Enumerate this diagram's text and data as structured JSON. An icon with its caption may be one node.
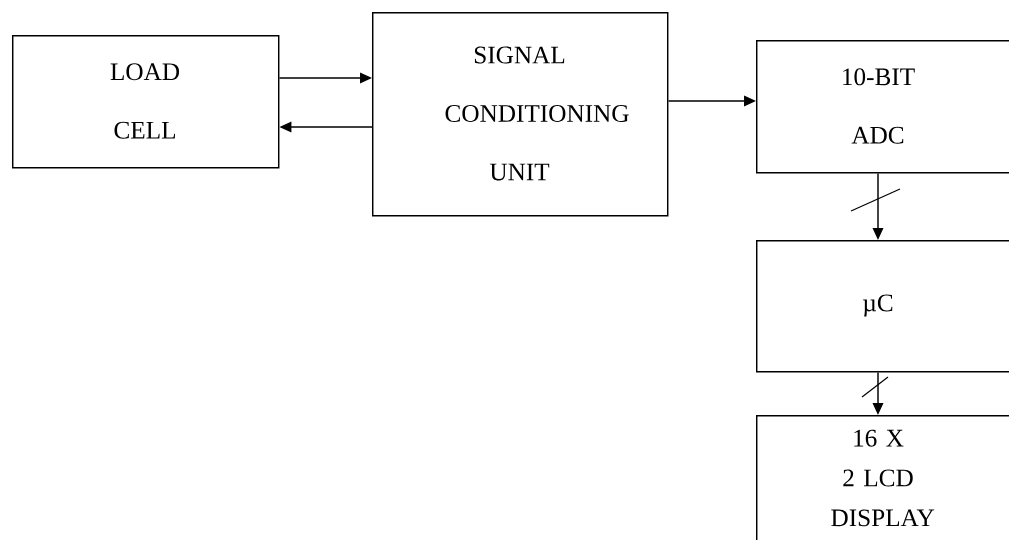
{
  "diagram": {
    "nodes": [
      {
        "text": [
          "LOAD CELL"
        ]
      },
      {
        "text": [
          "SIGNAL CONDITIONING UNIT"
        ]
      },
      {
        "text": [
          "10-BIT ADC"
        ]
      },
      {
        "text": [
          "µC"
        ]
      },
      {
        "text": [
          "16 X 2 LCD DISPLAY"
        ]
      }
    ],
    "edges": [
      {
        "from": 0,
        "to": 1,
        "arrow": "to"
      },
      {
        "from": 1,
        "to": 0,
        "arrow": "to"
      },
      {
        "from": 1,
        "to": 2,
        "arrow": "to"
      },
      {
        "from": 2,
        "to": 3,
        "arrow": "to"
      },
      {
        "from": 3,
        "to": 4,
        "arrow": "to"
      }
    ]
  }
}
